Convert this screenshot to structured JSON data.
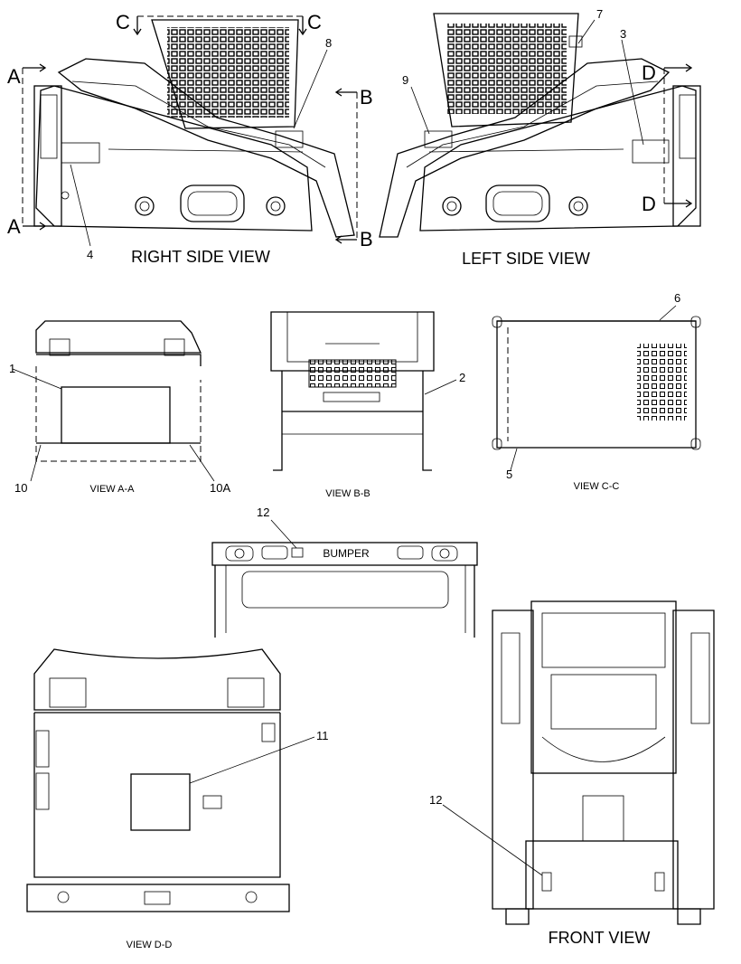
{
  "views": {
    "right_side": "RIGHT SIDE VIEW",
    "left_side": "LEFT SIDE VIEW",
    "view_aa": "VIEW A-A",
    "view_bb": "VIEW B-B",
    "view_cc": "VIEW C-C",
    "view_dd": "VIEW D-D",
    "front": "FRONT VIEW"
  },
  "section_marks": {
    "a": "A",
    "b": "B",
    "c": "C",
    "d": "D"
  },
  "callouts": {
    "n1": "1",
    "n2": "2",
    "n3": "3",
    "n4": "4",
    "n5": "5",
    "n6": "6",
    "n7": "7",
    "n8": "8",
    "n9": "9",
    "n10": "10",
    "n10a": "10A",
    "n11": "11",
    "n12a": "12",
    "n12b": "12"
  },
  "labels": {
    "bumper": "BUMPER"
  }
}
